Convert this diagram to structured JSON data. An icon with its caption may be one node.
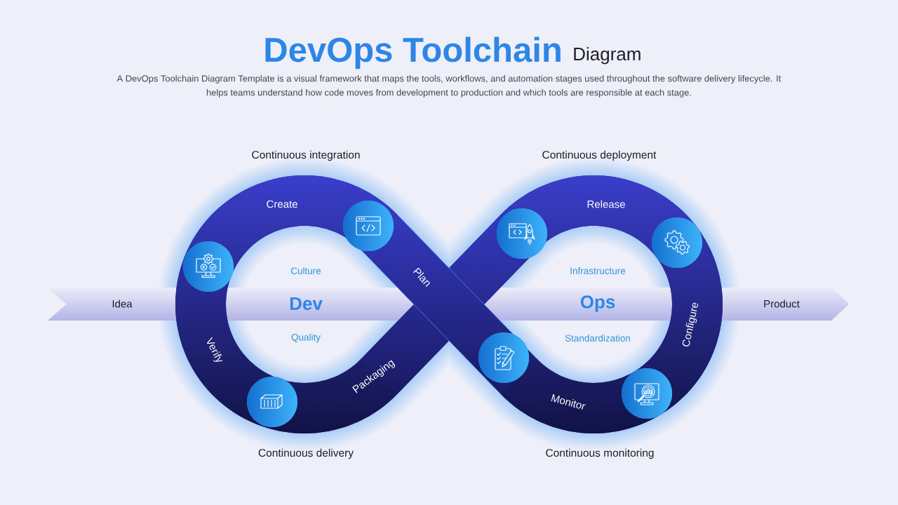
{
  "diagram": {
    "title": "DevOps Toolchain",
    "caption": "A DevOps Toolchain Diagram Template is a visual framework that maps the tools, workflows, and automation stages used throughout the software delivery lifecycle. It helps teams understand how code moves from development to production and which tools are responsible at each stage.",
    "nodes": [
      {
        "text": [
          "Create",
          "Release",
          "Plan",
          "Configure",
          "Verify",
          "Packaging",
          "Monitor"
        ]
      },
      {
        "text": [
          "Idea",
          "Dev",
          "Ops",
          "Product"
        ]
      }
    ],
    "labels": [
      "Diagram",
      "Continuous integration",
      "Continuous deployment",
      "Culture",
      "Infrastructure",
      "Quality",
      "Standardization",
      "Continuous delivery",
      "Continuous monitoring"
    ]
  }
}
